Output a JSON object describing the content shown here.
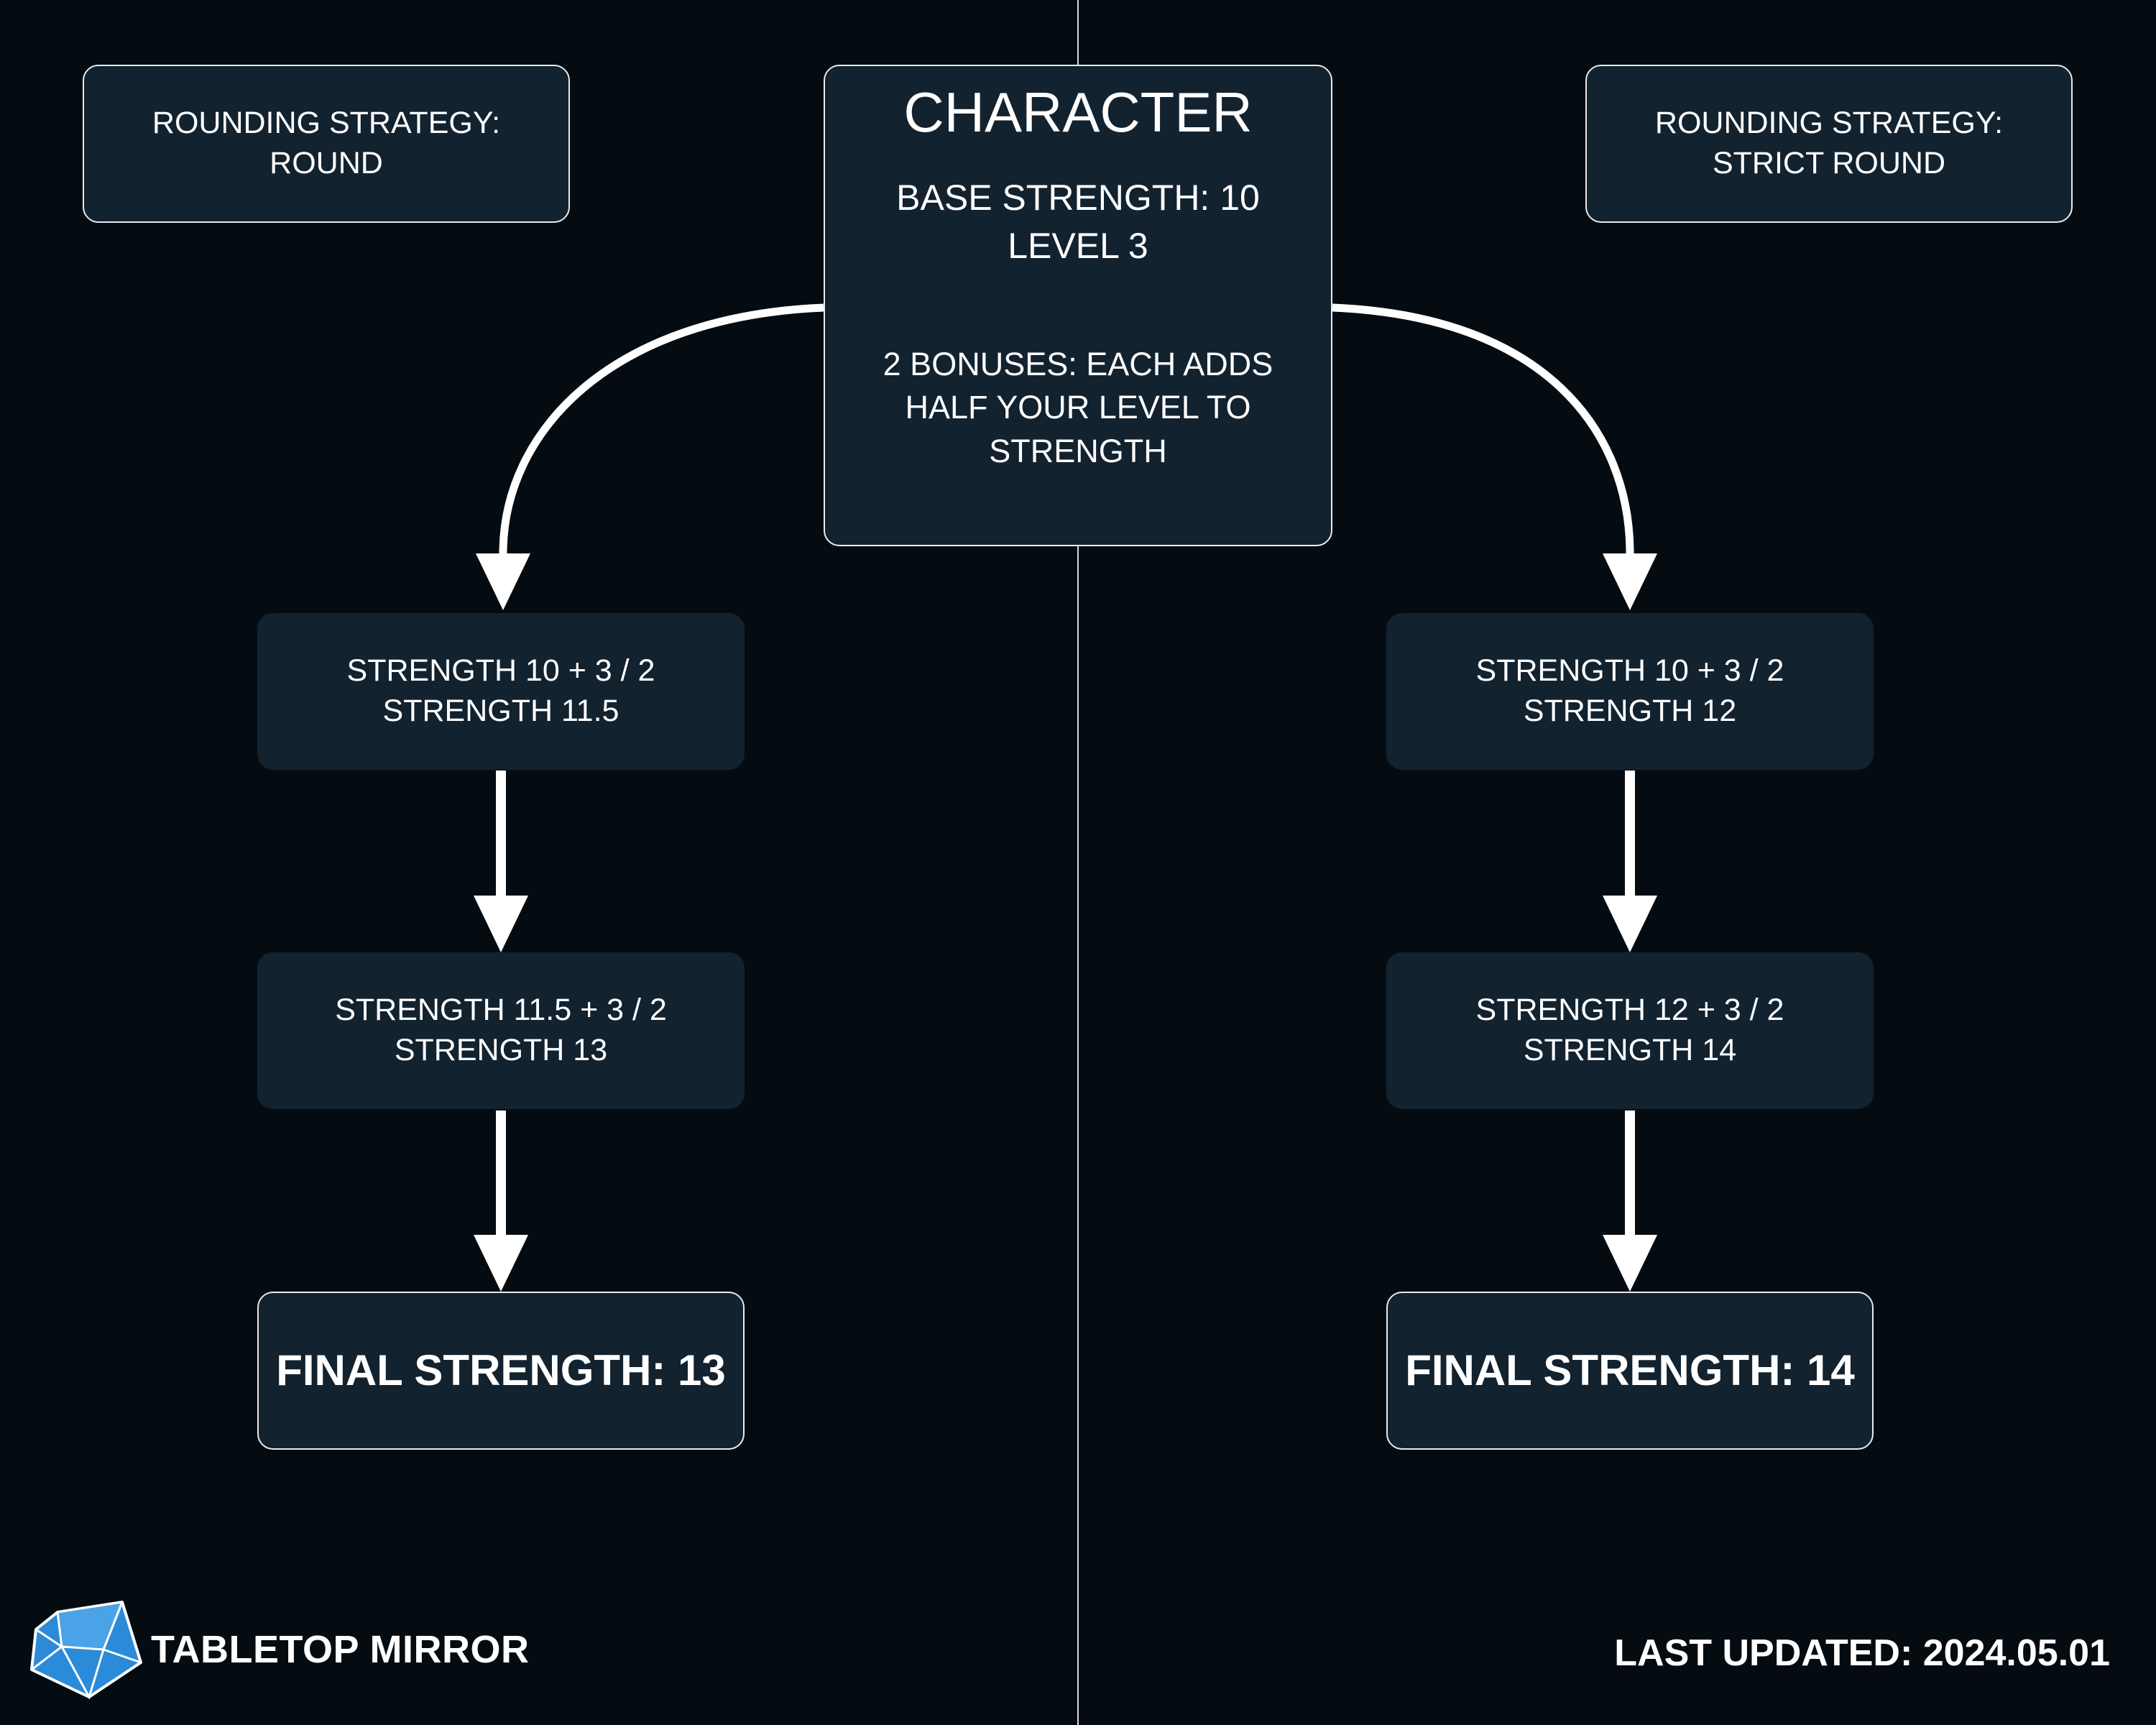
{
  "left_column": {
    "strategy_lines": [
      "ROUNDING STRATEGY:",
      "ROUND"
    ],
    "steps": [
      {
        "line1": "STRENGTH 10 + 3 / 2",
        "line2": "STRENGTH 11.5"
      },
      {
        "line1": "STRENGTH 11.5 + 3 / 2",
        "line2": "STRENGTH 13"
      }
    ],
    "final": "FINAL STRENGTH: 13"
  },
  "character": {
    "title": "CHARACTER",
    "base_strength": "BASE STRENGTH: 10",
    "level": "LEVEL 3",
    "bonuses": "2 BONUSES: EACH ADDS HALF YOUR LEVEL TO STRENGTH"
  },
  "right_column": {
    "strategy_lines": [
      "ROUNDING STRATEGY:",
      "STRICT ROUND"
    ],
    "steps": [
      {
        "line1": "STRENGTH 10 + 3 / 2",
        "line2": "STRENGTH 12"
      },
      {
        "line1": "STRENGTH 12 + 3 / 2",
        "line2": "STRENGTH 14"
      }
    ],
    "final": "FINAL STRENGTH: 14"
  },
  "footer": {
    "logo_text": "TABLETOP MIRROR",
    "logo_icon": "d20-dice-icon",
    "last_updated": "LAST UPDATED: 2024.05.01"
  },
  "colors": {
    "background": "#050c11",
    "box": "#13222f",
    "text": "#ffffff",
    "logo_blue": "#2b8bd8"
  }
}
